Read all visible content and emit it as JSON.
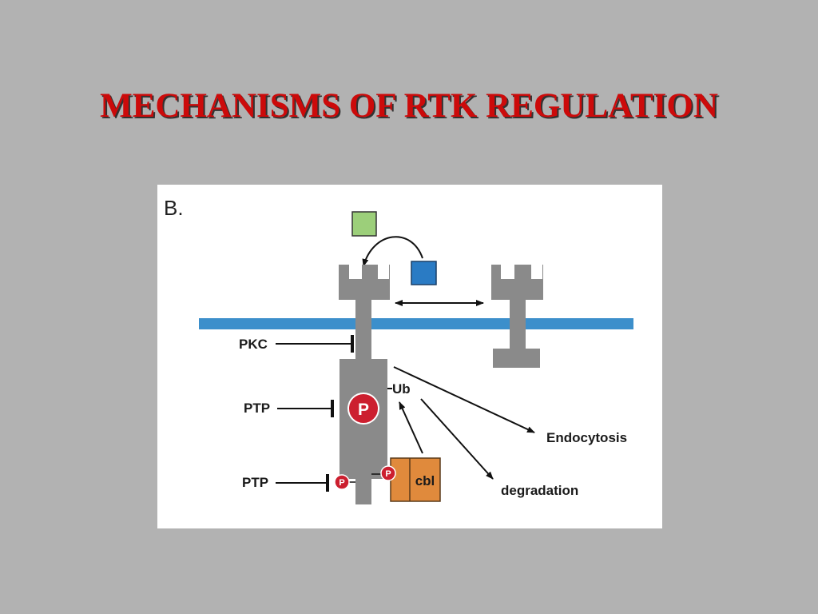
{
  "slide": {
    "title": "MECHANISMS OF RTK REGULATION",
    "background_color": "#b2b2b2",
    "title_color": "#cc0a0a"
  },
  "figure": {
    "panel_letter": "B.",
    "labels": {
      "pkc": "PKC",
      "ptp_upper": "PTP",
      "ptp_lower": "PTP",
      "ub": "Ub",
      "phospho_large": "P",
      "phospho_small_left": "P",
      "phospho_small_right": "P",
      "cbl": "cbl",
      "endocytosis": "Endocytosis",
      "degradation": "degradation"
    },
    "colors": {
      "membrane": "#3c8fcb",
      "receptor": "#8a8a8a",
      "ligand_green": "#9ccf7a",
      "ligand_blue": "#2a7bc4",
      "phospho": "#cc1f2f",
      "cbl": "#e08a3c"
    }
  }
}
